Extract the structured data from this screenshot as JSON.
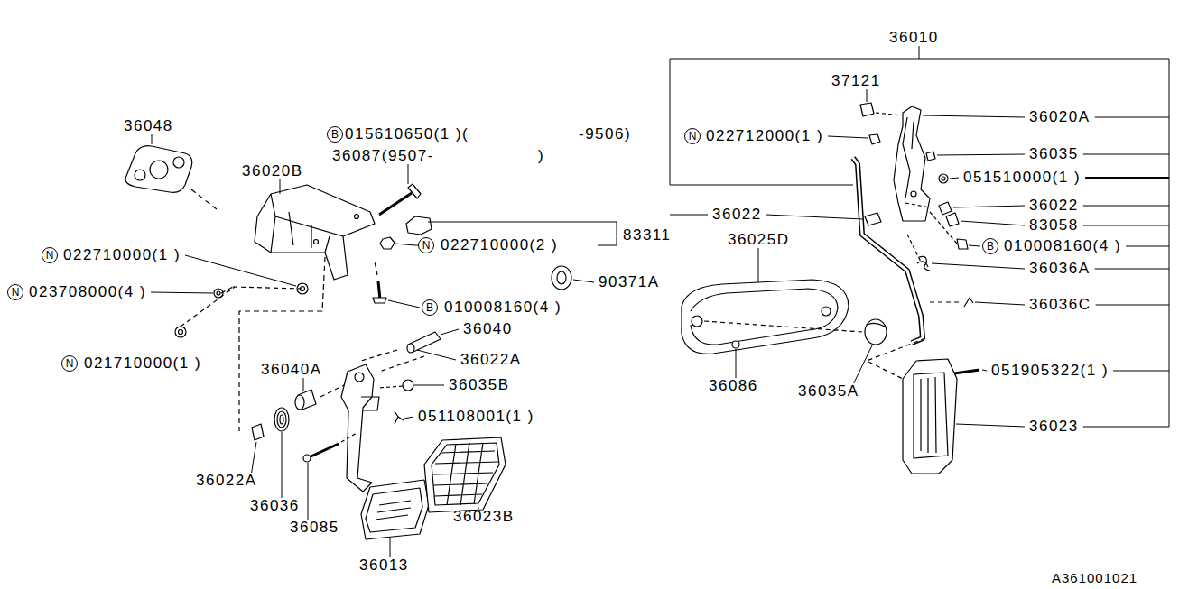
{
  "diagram": {
    "nodes": [
      {
        "text": [
          "B"
        ]
      },
      {
        "text": [
          "N"
        ]
      },
      {
        "text": [
          "N"
        ]
      },
      {
        "text": [
          "B"
        ]
      },
      {
        "text": [
          "N"
        ]
      },
      {
        "text": [
          "N"
        ]
      },
      {
        "text": [
          "B"
        ]
      },
      {
        "text": [
          "N"
        ]
      }
    ],
    "labels": [
      "36010",
      "36048",
      "37121",
      "36020A",
      "015610650(1 )(",
      "-9506)",
      "022712000(1 )",
      "36035",
      "36087(9507-",
      ")",
      "36020B",
      "051510000(1 )",
      "36022",
      "36022",
      "83058",
      "83311",
      "36025D",
      "022710000(2 )",
      "010008160(4 )",
      "022710000(1 )",
      "36036A",
      "90371A",
      "023708000(4 )",
      "36036C",
      "010008160(4 )",
      "36040",
      "36022A",
      "021710000(1 )",
      "36040A",
      "051905322(1 )",
      "36035B",
      "36086",
      "36035A",
      "051108001(1 )",
      "36023",
      "36022A",
      "36036",
      "36023B",
      "36085",
      "36013",
      "A361001021"
    ]
  }
}
